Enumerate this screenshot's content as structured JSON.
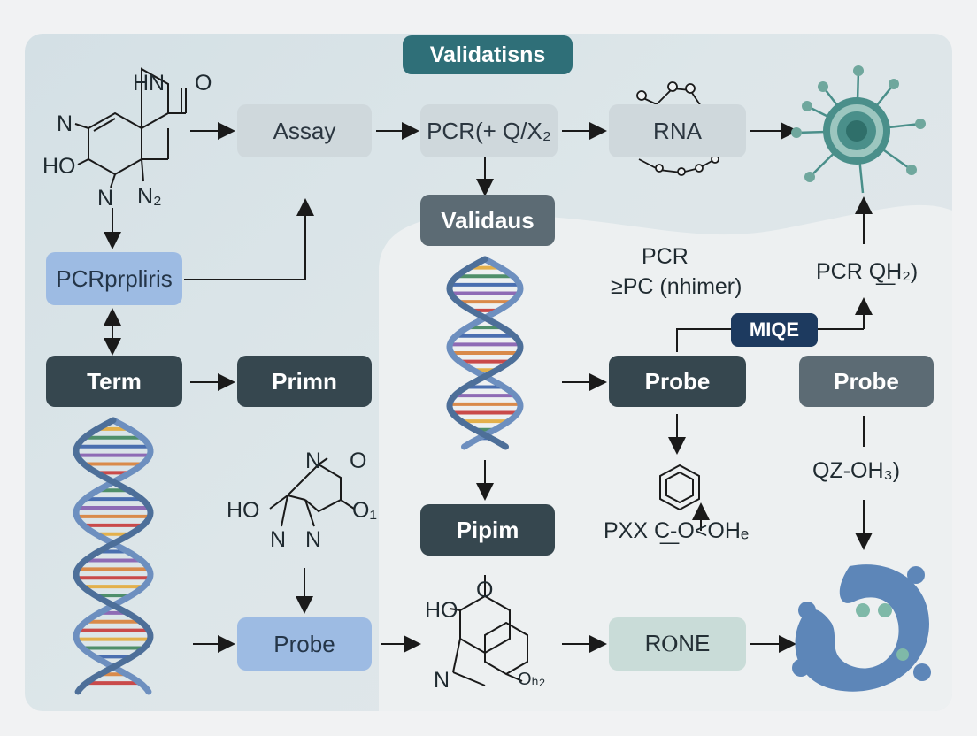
{
  "header": {
    "title": "Validatisns"
  },
  "boxes": {
    "assay": "Assay",
    "pcr_top": "PCR(+ Q/X₂",
    "rna": "RNA",
    "validaus": "Validaus",
    "pcrprpliris": "PCRprpliris",
    "term": "Term",
    "primn": "Primn",
    "probe_mid": "Probe",
    "probe_right": "Probe",
    "pipim": "Pipim",
    "probe_bottom": "Probe",
    "rone": "RⲞNE",
    "miqe": "MIQE"
  },
  "labels": {
    "pcr": "PCR",
    "pc_nhimer": "≥PC (nhimer)",
    "pcr_qh2": "PCR Q͟H₂)",
    "qz_oh3": "QZ-OH₃)",
    "pxx": "PXX C͟-O<OHₑ",
    "mol1_hn": "HN",
    "mol1_o": "O",
    "mol1_n": "N",
    "mol1_ho": "HO",
    "mol1_n2": "N",
    "mol1_nsub": "N₂",
    "mol2_n": "N",
    "mol2_o": "O",
    "mol2_ho": "HO",
    "mol2_n2": "N",
    "mol2_n3": "N",
    "mol2_oh": "O₁",
    "mol3_ho": "HO",
    "mol3_n": "N",
    "mol3_o": "O",
    "mol3_oh2": "Oₕ₂"
  },
  "colors": {
    "panel": "#dde6e9",
    "dark_box": "#36474f",
    "mid_box": "#5c6b74",
    "light_box": "#cfd8dc",
    "blue_box": "#9dbbe3",
    "mint_box": "#c9dcd8",
    "teal_header": "#2f6f78",
    "navy_badge": "#1d3a5f",
    "virus": "#4a8f8a",
    "enzyme": "#5d86b8"
  },
  "icons": [
    "dna-helix-icon",
    "virus-icon",
    "enzyme-icon",
    "molecule-icon",
    "benzene-icon",
    "rna-network-icon"
  ]
}
